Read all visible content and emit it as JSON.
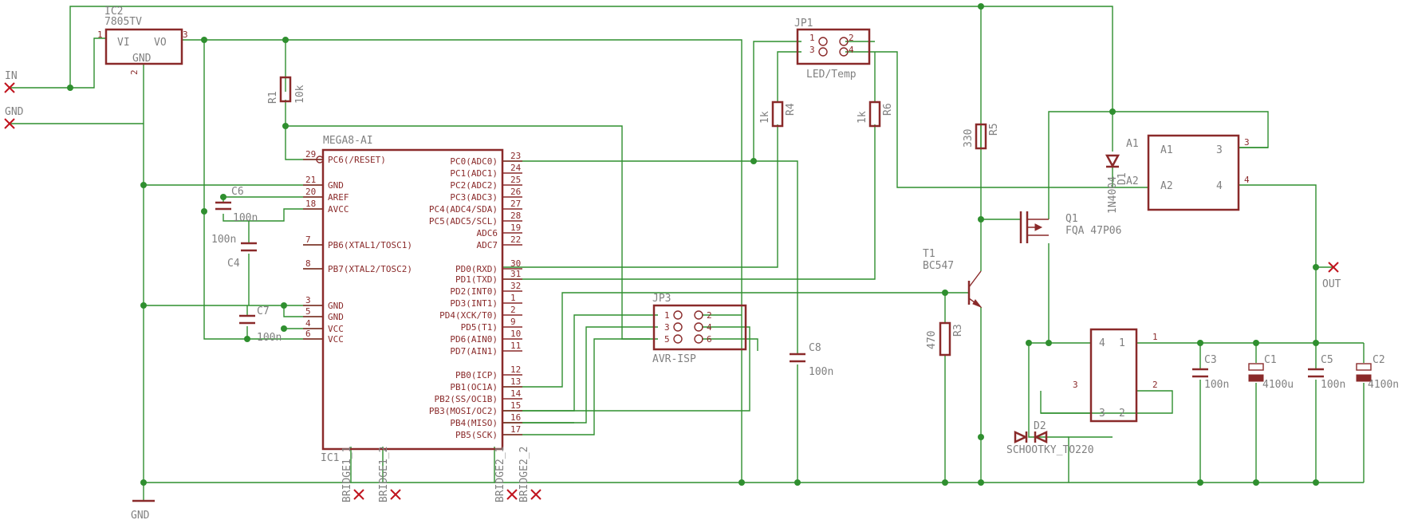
{
  "components": {
    "ic2": {
      "ref": "IC2",
      "value": "7805TV",
      "pins": {
        "vi": "VI",
        "vo": "VO",
        "gnd": "GND",
        "p1": "1",
        "p2": "2",
        "p3": "3"
      }
    },
    "ic1": {
      "name": "MEGA8-AI",
      "ref": "IC1",
      "left_pins": [
        {
          "num": "29",
          "name": "PC6(/RESET)"
        },
        {
          "num": "21",
          "name": "GND"
        },
        {
          "num": "20",
          "name": "AREF"
        },
        {
          "num": "18",
          "name": "AVCC"
        },
        {
          "num": "7",
          "name": "PB6(XTAL1/TOSC1)"
        },
        {
          "num": "8",
          "name": "PB7(XTAL2/TOSC2)"
        },
        {
          "num": "3",
          "name": "GND"
        },
        {
          "num": "5",
          "name": "GND"
        },
        {
          "num": "4",
          "name": "VCC"
        },
        {
          "num": "6",
          "name": "VCC"
        }
      ],
      "right_pins": [
        {
          "num": "23",
          "name": "PC0(ADC0)"
        },
        {
          "num": "24",
          "name": "PC1(ADC1)"
        },
        {
          "num": "25",
          "name": "PC2(ADC2)"
        },
        {
          "num": "26",
          "name": "PC3(ADC3)"
        },
        {
          "num": "27",
          "name": "PC4(ADC4/SDA)"
        },
        {
          "num": "28",
          "name": "PC5(ADC5/SCL)"
        },
        {
          "num": "19",
          "name": "ADC6"
        },
        {
          "num": "22",
          "name": "ADC7"
        },
        {
          "num": "30",
          "name": "PD0(RXD)"
        },
        {
          "num": "31",
          "name": "PD1(TXD)"
        },
        {
          "num": "32",
          "name": "PD2(INT0)"
        },
        {
          "num": "1",
          "name": "PD3(INT1)"
        },
        {
          "num": "2",
          "name": "PD4(XCK/T0)"
        },
        {
          "num": "9",
          "name": "PD5(T1)"
        },
        {
          "num": "10",
          "name": "PD6(AIN0)"
        },
        {
          "num": "11",
          "name": "PD7(AIN1)"
        },
        {
          "num": "12",
          "name": "PB0(ICP)"
        },
        {
          "num": "13",
          "name": "PB1(OC1A)"
        },
        {
          "num": "14",
          "name": "PB2(SS/OC1B)"
        },
        {
          "num": "15",
          "name": "PB3(MOSI/OC2)"
        },
        {
          "num": "16",
          "name": "PB4(MISO)"
        },
        {
          "num": "17",
          "name": "PB5(SCK)"
        }
      ]
    },
    "r1": {
      "ref": "R1",
      "value": "10k"
    },
    "r3": {
      "ref": "R3",
      "value": "470"
    },
    "r4": {
      "ref": "R4",
      "value": "1k"
    },
    "r5": {
      "ref": "R5",
      "value": "330"
    },
    "r6": {
      "ref": "R6",
      "value": "1k"
    },
    "c1": {
      "ref": "C1",
      "value": "4100u"
    },
    "c2": {
      "ref": "C2",
      "value": "4100n"
    },
    "c3": {
      "ref": "C3",
      "value": "100n"
    },
    "c4": {
      "ref": "C4",
      "value": "100n"
    },
    "c5": {
      "ref": "C5",
      "value": "100n"
    },
    "c6": {
      "ref": "C6",
      "value": "100n"
    },
    "c7": {
      "ref": "C7",
      "value": "100n"
    },
    "c8": {
      "ref": "C8",
      "value": "100n"
    },
    "jp1": {
      "ref": "JP1",
      "value": "LED/Temp",
      "pins": [
        "1",
        "2",
        "3",
        "4"
      ]
    },
    "jp3": {
      "ref": "JP3",
      "value": "AVR-ISP",
      "pins": [
        "1",
        "2",
        "3",
        "4",
        "5",
        "6"
      ]
    },
    "t1": {
      "ref": "T1",
      "value": "BC547"
    },
    "q1": {
      "ref": "Q1",
      "value": "FQA 47P06"
    },
    "d1": {
      "ref": "D1",
      "value": "1N4004"
    },
    "d2": {
      "ref": "D2",
      "value": "SCHOOTKY_TO220"
    },
    "ssr": {
      "a1": "A1",
      "a2": "A2",
      "p3": "3",
      "p4": "4",
      "a1_net": "A1",
      "a2_net": "A2"
    },
    "bridge": {
      "p1": "1",
      "p2": "2",
      "p3": "3",
      "p4": "4"
    },
    "bridges": [
      "BRIDGE1_1",
      "BRIDGE1_2",
      "BRIDGE2_1",
      "BRIDGE2_2"
    ]
  },
  "ports": {
    "in": "IN",
    "gnd_top": "GND",
    "gnd_bottom": "GND",
    "out": "OUT"
  }
}
